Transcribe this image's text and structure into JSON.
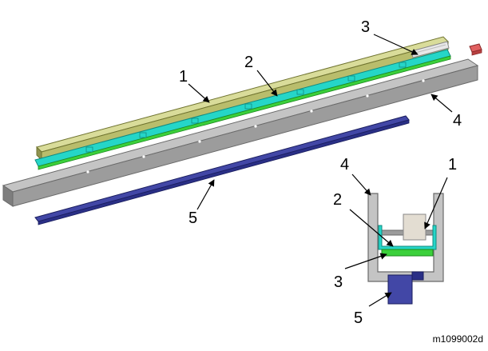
{
  "figure_id": "m1099002d",
  "callouts": {
    "main_1": "1",
    "main_2": "2",
    "main_3": "3",
    "main_4": "4",
    "main_5": "5",
    "inset_1": "1",
    "inset_2": "2",
    "inset_3": "3",
    "inset_4": "4",
    "inset_5": "5"
  },
  "colors": {
    "olive_cover": "#b9bd6c",
    "cyan_holder": "#25d6c8",
    "green_strip": "#3bd03b",
    "grey_rail": "#9c9c9c",
    "navy_bar": "#2a2f86",
    "red_connector": "#e06060"
  }
}
